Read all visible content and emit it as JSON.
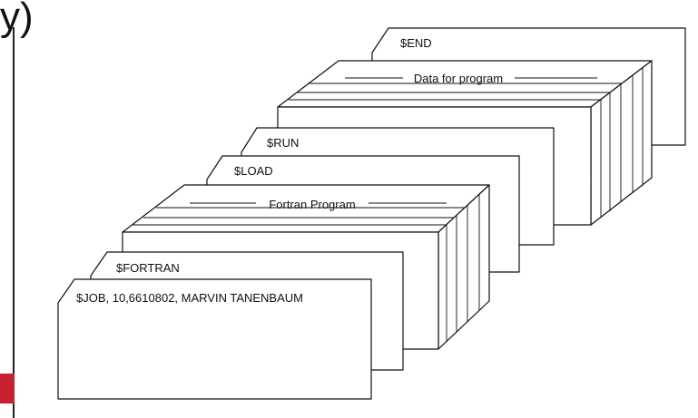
{
  "slide": {
    "title_fragment": "y)",
    "accent_color": "#c8202f"
  },
  "deck": {
    "cards": {
      "end": "$END",
      "run": "$RUN",
      "load": "$LOAD",
      "fortran": "$FORTRAN",
      "job": "$JOB, 10,6610802, MARVIN TANENBAUM"
    },
    "blocks": {
      "data": "Data for program",
      "program": "Fortran Program"
    }
  }
}
